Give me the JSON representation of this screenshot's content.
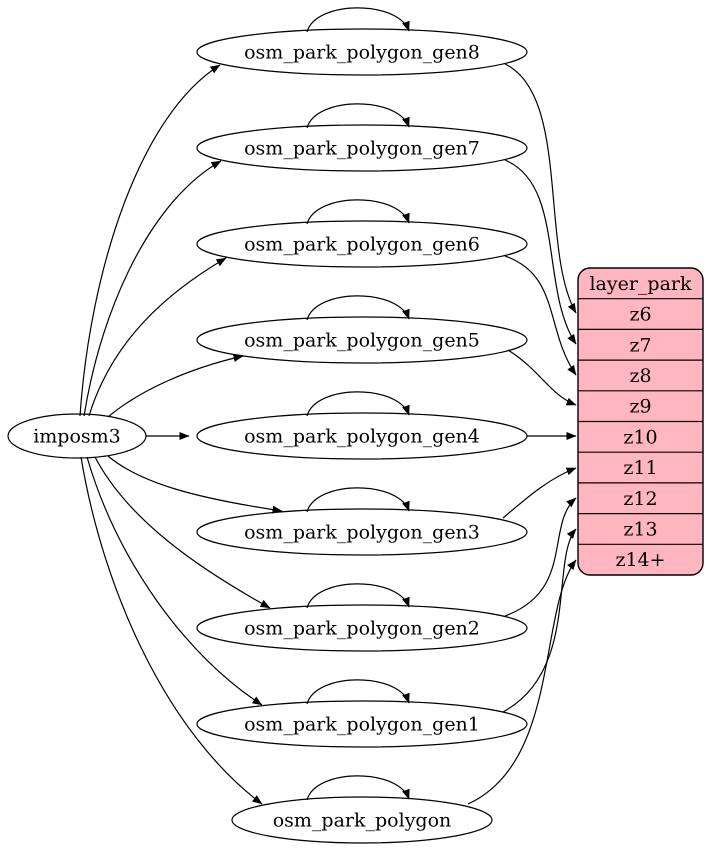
{
  "diagram": {
    "kind": "dependency-graph",
    "colors": {
      "background": "#ffffff",
      "edge": "#000000",
      "node_fill": "#ffffff",
      "node_stroke": "#000000",
      "record_fill": "#ffb6c1",
      "record_stroke": "#000000",
      "text": "#000000"
    },
    "source_node": {
      "id": "imposm3",
      "label": "imposm3"
    },
    "table_nodes": [
      {
        "id": "osm_park_polygon_gen8",
        "label": "osm_park_polygon_gen8",
        "self_loop": true,
        "zoom_row": "z6"
      },
      {
        "id": "osm_park_polygon_gen7",
        "label": "osm_park_polygon_gen7",
        "self_loop": true,
        "zoom_row": "z7"
      },
      {
        "id": "osm_park_polygon_gen6",
        "label": "osm_park_polygon_gen6",
        "self_loop": true,
        "zoom_row": "z8"
      },
      {
        "id": "osm_park_polygon_gen5",
        "label": "osm_park_polygon_gen5",
        "self_loop": true,
        "zoom_row": "z9"
      },
      {
        "id": "osm_park_polygon_gen4",
        "label": "osm_park_polygon_gen4",
        "self_loop": true,
        "zoom_row": "z10"
      },
      {
        "id": "osm_park_polygon_gen3",
        "label": "osm_park_polygon_gen3",
        "self_loop": true,
        "zoom_row": "z11"
      },
      {
        "id": "osm_park_polygon_gen2",
        "label": "osm_park_polygon_gen2",
        "self_loop": true,
        "zoom_row": "z12"
      },
      {
        "id": "osm_park_polygon_gen1",
        "label": "osm_park_polygon_gen1",
        "self_loop": true,
        "zoom_row": "z13"
      },
      {
        "id": "osm_park_polygon",
        "label": "osm_park_polygon",
        "self_loop": true,
        "zoom_row": "z14+"
      }
    ],
    "record_node": {
      "id": "layer_park",
      "title": "layer_park",
      "rows": [
        "z6",
        "z7",
        "z8",
        "z9",
        "z10",
        "z11",
        "z12",
        "z13",
        "z14+"
      ]
    },
    "edges": [
      {
        "from": "imposm3",
        "to": "osm_park_polygon_gen8"
      },
      {
        "from": "imposm3",
        "to": "osm_park_polygon_gen7"
      },
      {
        "from": "imposm3",
        "to": "osm_park_polygon_gen6"
      },
      {
        "from": "imposm3",
        "to": "osm_park_polygon_gen5"
      },
      {
        "from": "imposm3",
        "to": "osm_park_polygon_gen4"
      },
      {
        "from": "imposm3",
        "to": "osm_park_polygon_gen3"
      },
      {
        "from": "imposm3",
        "to": "osm_park_polygon_gen2"
      },
      {
        "from": "imposm3",
        "to": "osm_park_polygon_gen1"
      },
      {
        "from": "imposm3",
        "to": "osm_park_polygon"
      },
      {
        "from": "osm_park_polygon_gen8",
        "to": "osm_park_polygon_gen8"
      },
      {
        "from": "osm_park_polygon_gen7",
        "to": "osm_park_polygon_gen7"
      },
      {
        "from": "osm_park_polygon_gen6",
        "to": "osm_park_polygon_gen6"
      },
      {
        "from": "osm_park_polygon_gen5",
        "to": "osm_park_polygon_gen5"
      },
      {
        "from": "osm_park_polygon_gen4",
        "to": "osm_park_polygon_gen4"
      },
      {
        "from": "osm_park_polygon_gen3",
        "to": "osm_park_polygon_gen3"
      },
      {
        "from": "osm_park_polygon_gen2",
        "to": "osm_park_polygon_gen2"
      },
      {
        "from": "osm_park_polygon_gen1",
        "to": "osm_park_polygon_gen1"
      },
      {
        "from": "osm_park_polygon",
        "to": "osm_park_polygon"
      },
      {
        "from": "osm_park_polygon_gen8",
        "to": "layer_park:z6"
      },
      {
        "from": "osm_park_polygon_gen7",
        "to": "layer_park:z7"
      },
      {
        "from": "osm_park_polygon_gen6",
        "to": "layer_park:z8"
      },
      {
        "from": "osm_park_polygon_gen5",
        "to": "layer_park:z9"
      },
      {
        "from": "osm_park_polygon_gen4",
        "to": "layer_park:z10"
      },
      {
        "from": "osm_park_polygon_gen3",
        "to": "layer_park:z11"
      },
      {
        "from": "osm_park_polygon_gen2",
        "to": "layer_park:z12"
      },
      {
        "from": "osm_park_polygon_gen1",
        "to": "layer_park:z13"
      },
      {
        "from": "osm_park_polygon",
        "to": "layer_park:z14+"
      }
    ]
  }
}
